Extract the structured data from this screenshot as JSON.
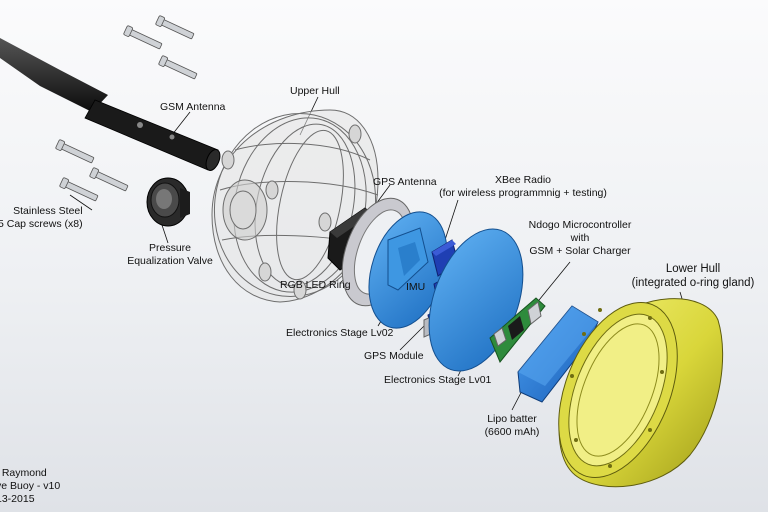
{
  "labels": {
    "gsm_antenna": "GSM Antenna",
    "upper_hull": "Upper Hull",
    "cap_screws_line1": "Stainless Steel",
    "cap_screws_line2": "5 Cap screws (x8)",
    "pressure_valve_line1": "Pressure",
    "pressure_valve_line2": "Equalization Valve",
    "gps_antenna": "GPS Antenna",
    "xbee_line1": "XBee Radio",
    "xbee_line2": "(for wireless programmnig + testing)",
    "ndogo_line1": "Ndogo Microcontroller",
    "ndogo_line2": "with",
    "ndogo_line3": "GSM + Solar Charger",
    "lower_hull_line1": "Lower Hull",
    "lower_hull_line2": "(integrated o-ring gland)",
    "rgb_led_ring": "RGB LED Ring",
    "imu": "IMU",
    "stage_lv02": "Electronics Stage Lv02",
    "gps_module": "GPS Module",
    "stage_lv01": "Electronics Stage Lv01",
    "lipo_line1": "Lipo batter",
    "lipo_line2": "(6600 mAh)"
  },
  "title_block": {
    "line1": ": Raymond",
    "line2": "ve Buoy - v10",
    "line3": "13-2015"
  },
  "colors": {
    "hull_clear": "#dcdcdc",
    "board_blue": "#2f86d6",
    "module_blue": "#1f3fb3",
    "pcb_green": "#2e8b3c",
    "lower_hull_yellow": "#e3e04a",
    "antenna_black": "#151515"
  }
}
